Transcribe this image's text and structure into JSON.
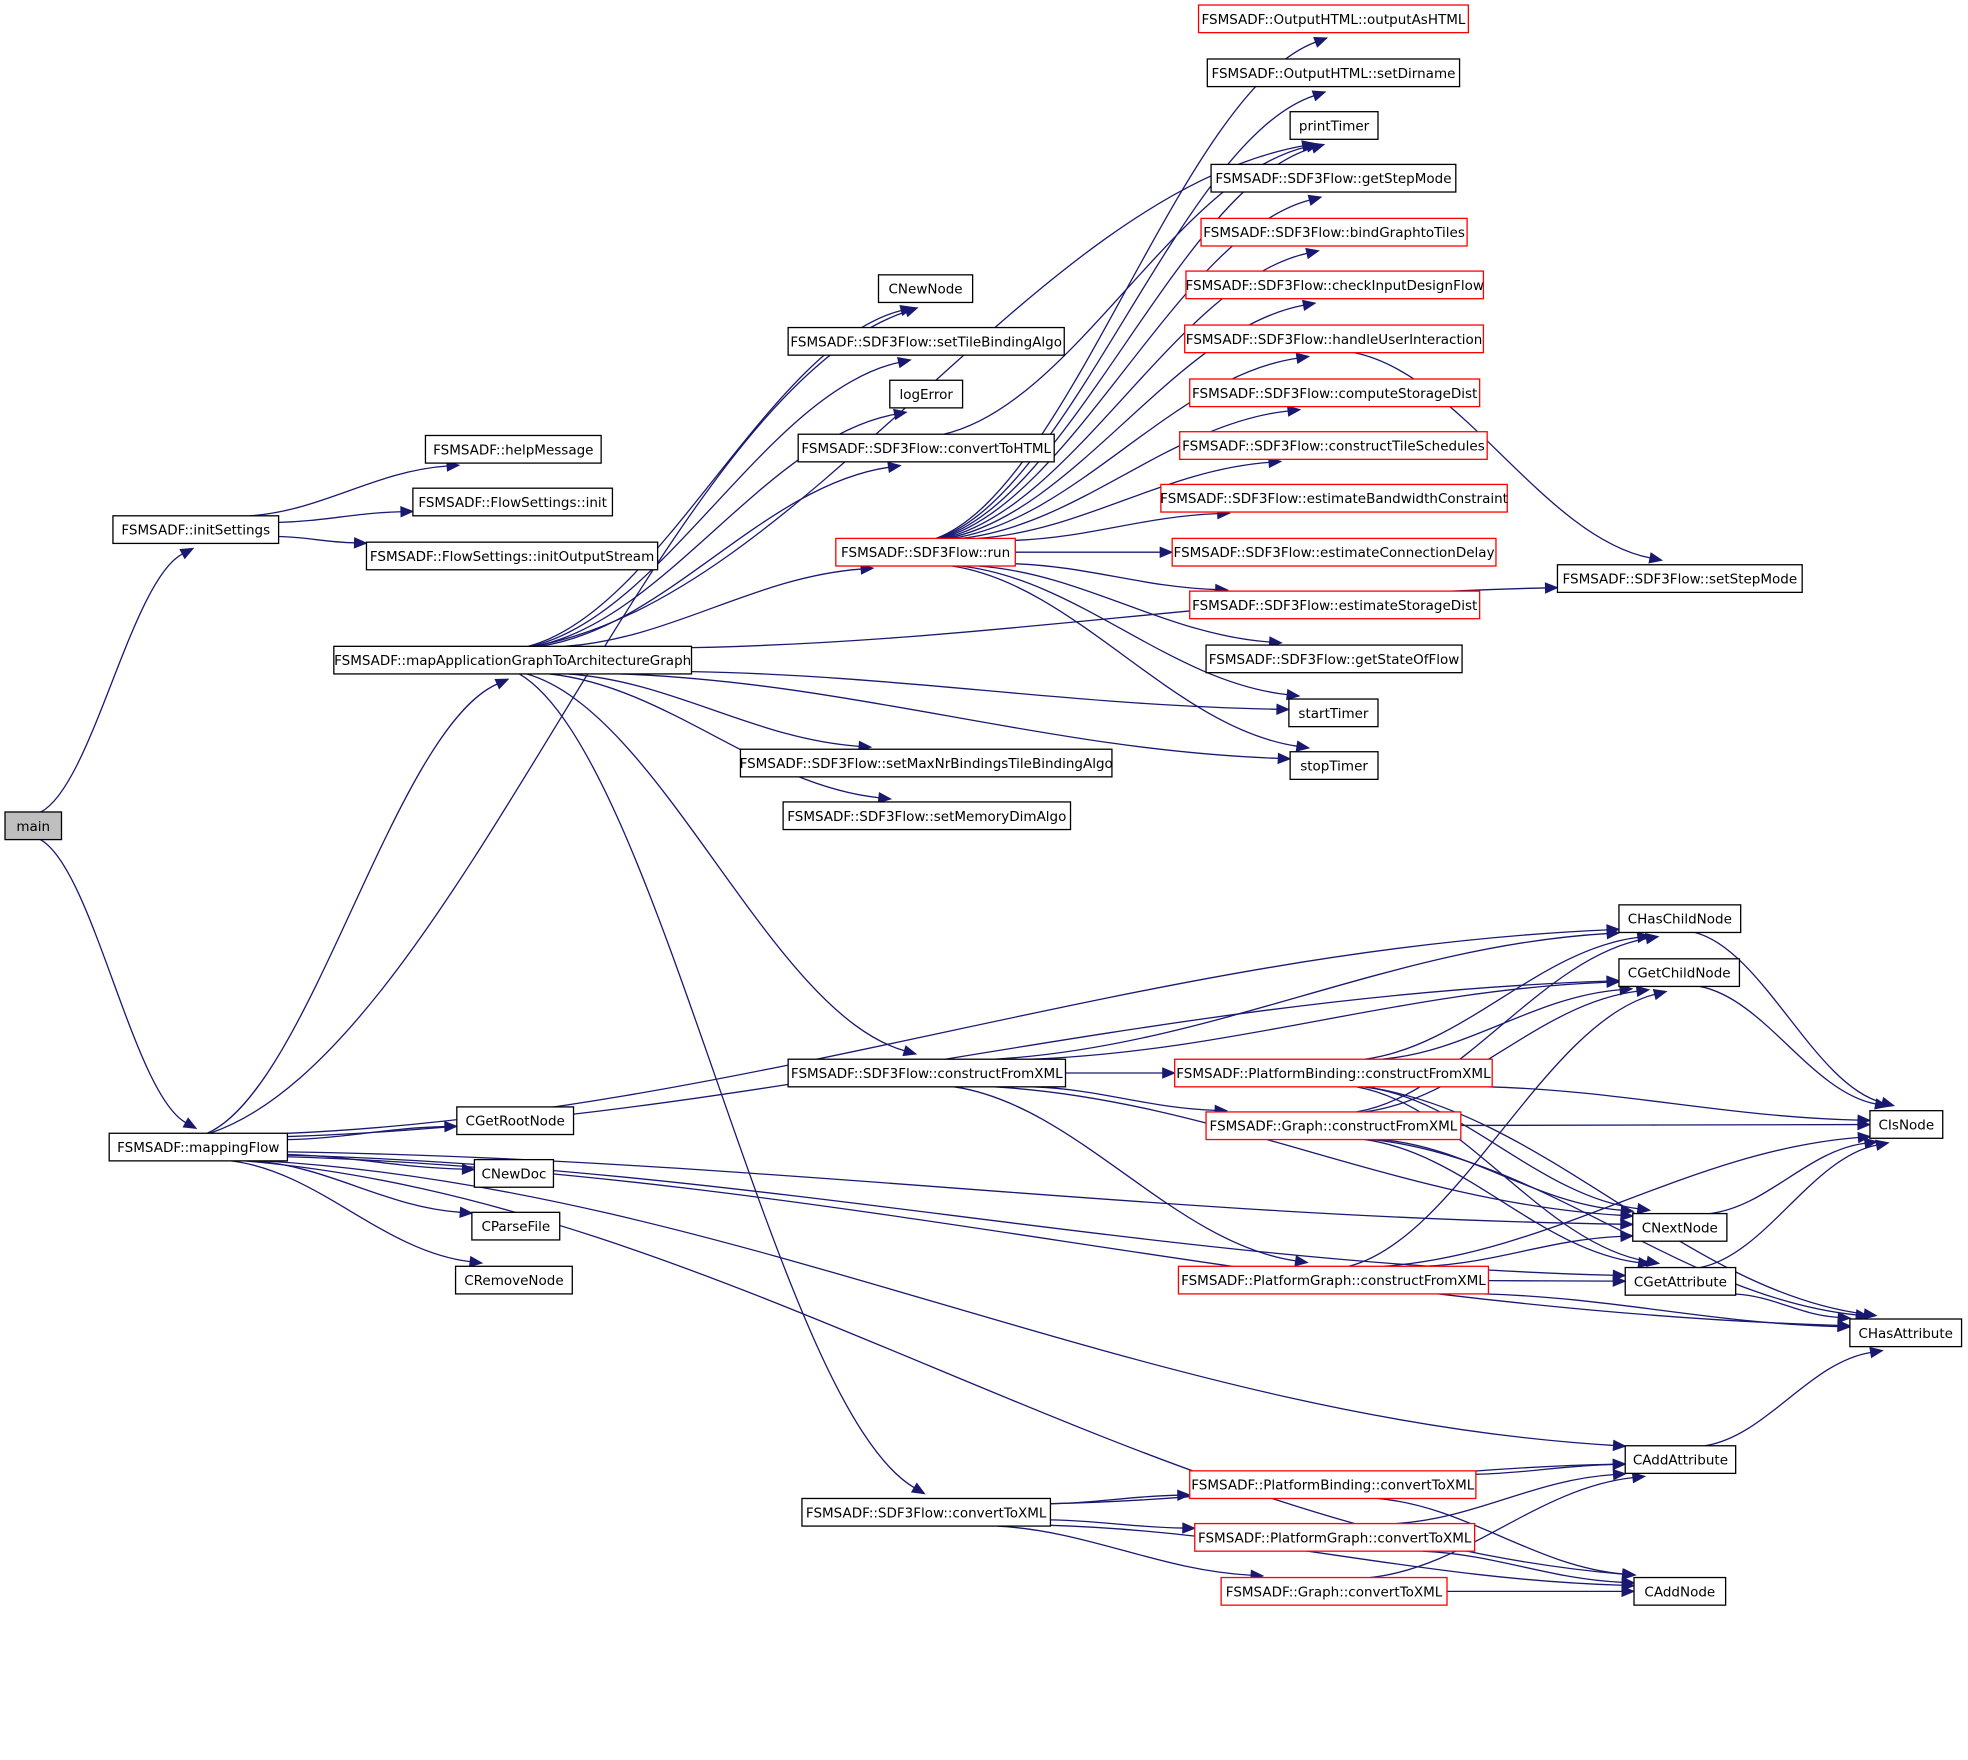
{
  "diagram": {
    "type": "call-graph",
    "colors": {
      "edge": "#191970",
      "external_border": "#ff0000",
      "normal_border": "#000000",
      "root_fill": "#bfbfbf"
    },
    "nodes": [
      {
        "id": "main",
        "label": "main",
        "style": "root"
      },
      {
        "id": "initSettings",
        "label": "FSMSADF::initSettings",
        "style": "normal"
      },
      {
        "id": "helpMessage",
        "label": "FSMSADF::helpMessage",
        "style": "normal"
      },
      {
        "id": "fsInit",
        "label": "FSMSADF::FlowSettings::init",
        "style": "normal"
      },
      {
        "id": "fsInitOut",
        "label": "FSMSADF::FlowSettings::initOutputStream",
        "style": "normal"
      },
      {
        "id": "mapApp",
        "label": "FSMSADF::mapApplicationGraphToArchitectureGraph",
        "style": "normal"
      },
      {
        "id": "mappingFlow",
        "label": "FSMSADF::mappingFlow",
        "style": "normal"
      },
      {
        "id": "CNewNode",
        "label": "CNewNode",
        "style": "normal"
      },
      {
        "id": "setTileBindingAlgo",
        "label": "FSMSADF::SDF3Flow::setTileBindingAlgo",
        "style": "normal"
      },
      {
        "id": "logError",
        "label": "logError",
        "style": "normal"
      },
      {
        "id": "convertToHTML",
        "label": "FSMSADF::SDF3Flow::convertToHTML",
        "style": "normal"
      },
      {
        "id": "run",
        "label": "FSMSADF::SDF3Flow::run",
        "style": "red"
      },
      {
        "id": "setMaxNr",
        "label": "FSMSADF::SDF3Flow::setMaxNrBindingsTileBindingAlgo",
        "style": "normal"
      },
      {
        "id": "setMemoryDimAlgo",
        "label": "FSMSADF::SDF3Flow::setMemoryDimAlgo",
        "style": "normal"
      },
      {
        "id": "outputAsHTML",
        "label": "FSMSADF::OutputHTML::outputAsHTML",
        "style": "red"
      },
      {
        "id": "setDirname",
        "label": "FSMSADF::OutputHTML::setDirname",
        "style": "normal"
      },
      {
        "id": "printTimer",
        "label": "printTimer",
        "style": "normal"
      },
      {
        "id": "getStepMode",
        "label": "FSMSADF::SDF3Flow::getStepMode",
        "style": "normal"
      },
      {
        "id": "bindGraphtoTiles",
        "label": "FSMSADF::SDF3Flow::bindGraphtoTiles",
        "style": "red"
      },
      {
        "id": "checkInputDesignFlow",
        "label": "FSMSADF::SDF3Flow::checkInputDesignFlow",
        "style": "red"
      },
      {
        "id": "handleUserInteraction",
        "label": "FSMSADF::SDF3Flow::handleUserInteraction",
        "style": "red"
      },
      {
        "id": "computeStorageDist",
        "label": "FSMSADF::SDF3Flow::computeStorageDist",
        "style": "red"
      },
      {
        "id": "constructTileSchedules",
        "label": "FSMSADF::SDF3Flow::constructTileSchedules",
        "style": "red"
      },
      {
        "id": "estimateBandwidthConstraint",
        "label": "FSMSADF::SDF3Flow::estimateBandwidthConstraint",
        "style": "red"
      },
      {
        "id": "estimateConnectionDelay",
        "label": "FSMSADF::SDF3Flow::estimateConnectionDelay",
        "style": "red"
      },
      {
        "id": "estimateStorageDist",
        "label": "FSMSADF::SDF3Flow::estimateStorageDist",
        "style": "red"
      },
      {
        "id": "getStateOfFlow",
        "label": "FSMSADF::SDF3Flow::getStateOfFlow",
        "style": "normal"
      },
      {
        "id": "startTimer",
        "label": "startTimer",
        "style": "normal"
      },
      {
        "id": "stopTimer",
        "label": "stopTimer",
        "style": "normal"
      },
      {
        "id": "setStepMode",
        "label": "FSMSADF::SDF3Flow::setStepMode",
        "style": "normal"
      },
      {
        "id": "CGetRootNode",
        "label": "CGetRootNode",
        "style": "normal"
      },
      {
        "id": "CNewDoc",
        "label": "CNewDoc",
        "style": "normal"
      },
      {
        "id": "CParseFile",
        "label": "CParseFile",
        "style": "normal"
      },
      {
        "id": "CRemoveNode",
        "label": "CRemoveNode",
        "style": "normal"
      },
      {
        "id": "sdfConstructFromXML",
        "label": "FSMSADF::SDF3Flow::constructFromXML",
        "style": "normal"
      },
      {
        "id": "pbConstructFromXML",
        "label": "FSMSADF::PlatformBinding::constructFromXML",
        "style": "red"
      },
      {
        "id": "graphConstructFromXML",
        "label": "FSMSADF::Graph::constructFromXML",
        "style": "red"
      },
      {
        "id": "pgConstructFromXML",
        "label": "FSMSADF::PlatformGraph::constructFromXML",
        "style": "red"
      },
      {
        "id": "CHasChildNode",
        "label": "CHasChildNode",
        "style": "normal"
      },
      {
        "id": "CGetChildNode",
        "label": "CGetChildNode",
        "style": "normal"
      },
      {
        "id": "CIsNode",
        "label": "CIsNode",
        "style": "normal"
      },
      {
        "id": "CNextNode",
        "label": "CNextNode",
        "style": "normal"
      },
      {
        "id": "CGetAttribute",
        "label": "CGetAttribute",
        "style": "normal"
      },
      {
        "id": "CHasAttribute",
        "label": "CHasAttribute",
        "style": "normal"
      },
      {
        "id": "sdfConvertToXML",
        "label": "FSMSADF::SDF3Flow::convertToXML",
        "style": "normal"
      },
      {
        "id": "pbConvertToXML",
        "label": "FSMSADF::PlatformBinding::convertToXML",
        "style": "red"
      },
      {
        "id": "pgConvertToXML",
        "label": "FSMSADF::PlatformGraph::convertToXML",
        "style": "red"
      },
      {
        "id": "graphConvertToXML",
        "label": "FSMSADF::Graph::convertToXML",
        "style": "red"
      },
      {
        "id": "CAddAttribute",
        "label": "CAddAttribute",
        "style": "normal"
      },
      {
        "id": "CAddNode",
        "label": "CAddNode",
        "style": "normal"
      }
    ],
    "edges": [
      [
        "main",
        "initSettings"
      ],
      [
        "main",
        "mappingFlow"
      ],
      [
        "initSettings",
        "helpMessage"
      ],
      [
        "initSettings",
        "fsInit"
      ],
      [
        "initSettings",
        "fsInitOut"
      ],
      [
        "mappingFlow",
        "mapApp"
      ],
      [
        "mappingFlow",
        "CNewNode"
      ],
      [
        "mappingFlow",
        "CGetRootNode"
      ],
      [
        "mappingFlow",
        "CNewDoc"
      ],
      [
        "mappingFlow",
        "CParseFile"
      ],
      [
        "mappingFlow",
        "CRemoveNode"
      ],
      [
        "mappingFlow",
        "CHasChildNode"
      ],
      [
        "mappingFlow",
        "CGetChildNode"
      ],
      [
        "mappingFlow",
        "CNextNode"
      ],
      [
        "mappingFlow",
        "CGetAttribute"
      ],
      [
        "mappingFlow",
        "CAddAttribute"
      ],
      [
        "mappingFlow",
        "CAddNode"
      ],
      [
        "mappingFlow",
        "CHasAttribute"
      ],
      [
        "mapApp",
        "CNewNode"
      ],
      [
        "mapApp",
        "setTileBindingAlgo"
      ],
      [
        "mapApp",
        "logError"
      ],
      [
        "mapApp",
        "convertToHTML"
      ],
      [
        "mapApp",
        "run"
      ],
      [
        "mapApp",
        "printTimer"
      ],
      [
        "mapApp",
        "startTimer"
      ],
      [
        "mapApp",
        "stopTimer"
      ],
      [
        "mapApp",
        "setMaxNr"
      ],
      [
        "mapApp",
        "setMemoryDimAlgo"
      ],
      [
        "mapApp",
        "setStepMode"
      ],
      [
        "mapApp",
        "sdfConstructFromXML"
      ],
      [
        "mapApp",
        "sdfConvertToXML"
      ],
      [
        "convertToHTML",
        "printTimer"
      ],
      [
        "run",
        "outputAsHTML"
      ],
      [
        "run",
        "setDirname"
      ],
      [
        "run",
        "printTimer"
      ],
      [
        "run",
        "getStepMode"
      ],
      [
        "run",
        "bindGraphtoTiles"
      ],
      [
        "run",
        "checkInputDesignFlow"
      ],
      [
        "run",
        "handleUserInteraction"
      ],
      [
        "run",
        "computeStorageDist"
      ],
      [
        "run",
        "constructTileSchedules"
      ],
      [
        "run",
        "estimateBandwidthConstraint"
      ],
      [
        "run",
        "estimateConnectionDelay"
      ],
      [
        "run",
        "estimateStorageDist"
      ],
      [
        "run",
        "getStateOfFlow"
      ],
      [
        "run",
        "startTimer"
      ],
      [
        "run",
        "stopTimer"
      ],
      [
        "handleUserInteraction",
        "setStepMode"
      ],
      [
        "sdfConstructFromXML",
        "pbConstructFromXML"
      ],
      [
        "sdfConstructFromXML",
        "graphConstructFromXML"
      ],
      [
        "sdfConstructFromXML",
        "pgConstructFromXML"
      ],
      [
        "sdfConstructFromXML",
        "CHasChildNode"
      ],
      [
        "sdfConstructFromXML",
        "CGetChildNode"
      ],
      [
        "sdfConstructFromXML",
        "CNextNode"
      ],
      [
        "pbConstructFromXML",
        "CHasChildNode"
      ],
      [
        "pbConstructFromXML",
        "CGetChildNode"
      ],
      [
        "pbConstructFromXML",
        "CIsNode"
      ],
      [
        "pbConstructFromXML",
        "CNextNode"
      ],
      [
        "pbConstructFromXML",
        "CGetAttribute"
      ],
      [
        "pbConstructFromXML",
        "CHasAttribute"
      ],
      [
        "graphConstructFromXML",
        "CHasChildNode"
      ],
      [
        "graphConstructFromXML",
        "CGetChildNode"
      ],
      [
        "graphConstructFromXML",
        "CIsNode"
      ],
      [
        "graphConstructFromXML",
        "CNextNode"
      ],
      [
        "graphConstructFromXML",
        "CGetAttribute"
      ],
      [
        "graphConstructFromXML",
        "CHasAttribute"
      ],
      [
        "pgConstructFromXML",
        "CGetChildNode"
      ],
      [
        "pgConstructFromXML",
        "CNextNode"
      ],
      [
        "pgConstructFromXML",
        "CGetAttribute"
      ],
      [
        "pgConstructFromXML",
        "CIsNode"
      ],
      [
        "pgConstructFromXML",
        "CHasAttribute"
      ],
      [
        "CHasChildNode",
        "CIsNode"
      ],
      [
        "CGetChildNode",
        "CIsNode"
      ],
      [
        "CNextNode",
        "CIsNode"
      ],
      [
        "CGetAttribute",
        "CIsNode"
      ],
      [
        "CGetAttribute",
        "CHasAttribute"
      ],
      [
        "sdfConvertToXML",
        "pbConvertToXML"
      ],
      [
        "sdfConvertToXML",
        "pgConvertToXML"
      ],
      [
        "sdfConvertToXML",
        "graphConvertToXML"
      ],
      [
        "sdfConvertToXML",
        "CAddAttribute"
      ],
      [
        "sdfConvertToXML",
        "CAddNode"
      ],
      [
        "pbConvertToXML",
        "CAddAttribute"
      ],
      [
        "pbConvertToXML",
        "CAddNode"
      ],
      [
        "pgConvertToXML",
        "CAddAttribute"
      ],
      [
        "pgConvertToXML",
        "CAddNode"
      ],
      [
        "graphConvertToXML",
        "CAddAttribute"
      ],
      [
        "graphConvertToXML",
        "CAddNode"
      ],
      [
        "CAddAttribute",
        "CHasAttribute"
      ]
    ]
  }
}
